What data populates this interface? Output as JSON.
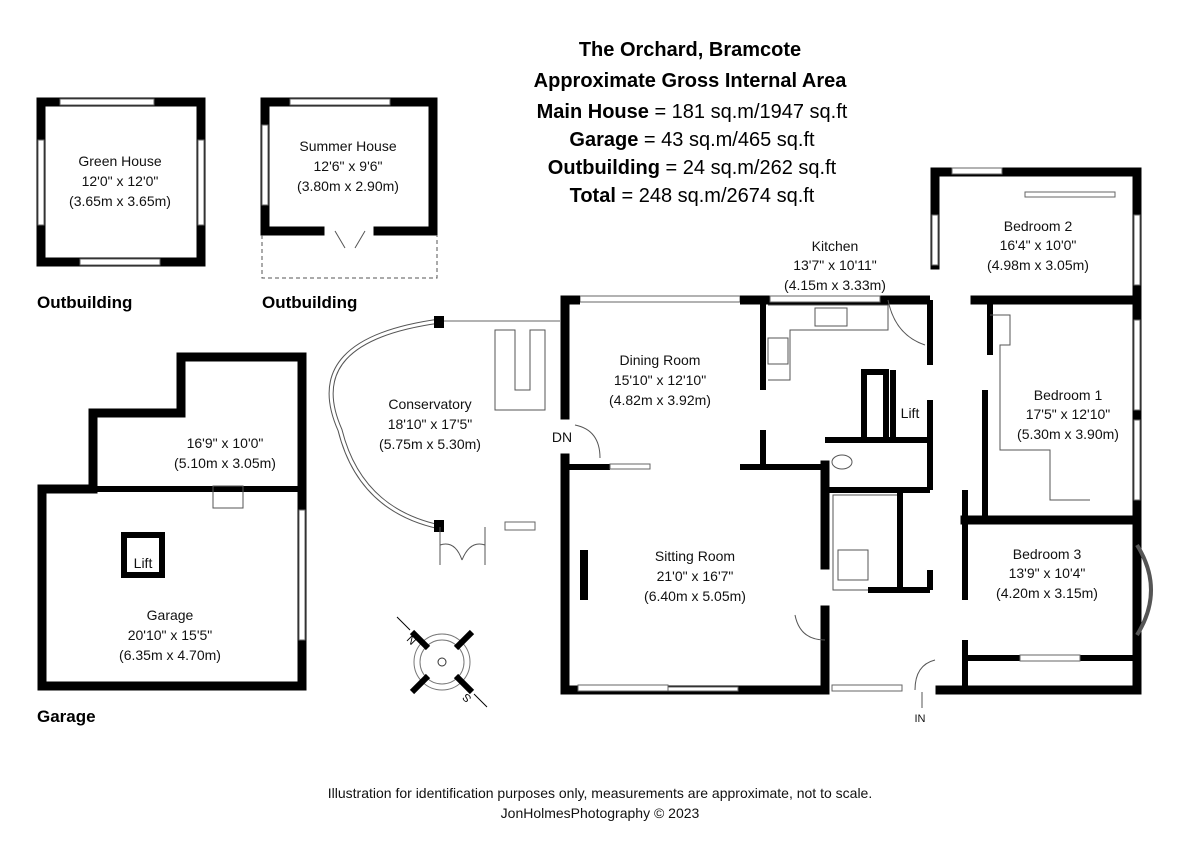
{
  "header": {
    "title": "The Orchard, Bramcote",
    "subtitle": "Approximate Gross Internal Area",
    "areas": [
      {
        "label": "Main House",
        "value": " = 181 sq.m/1947 sq.ft"
      },
      {
        "label": "Garage",
        "value": " = 43 sq.m/465 sq.ft"
      },
      {
        "label": "Outbuilding",
        "value": " = 24 sq.m/262 sq.ft"
      },
      {
        "label": "Total",
        "value": " = 248 sq.m/2674 sq.ft"
      }
    ]
  },
  "outbuildings": {
    "green_house": {
      "name": "Green House",
      "imperial": "12'0\" x 12'0\"",
      "metric": "(3.65m x 3.65m)",
      "section": "Outbuilding"
    },
    "summer_house": {
      "name": "Summer House",
      "imperial": "12'6\" x 9'6\"",
      "metric": "(3.80m x 2.90m)",
      "section": "Outbuilding"
    }
  },
  "garage": {
    "section": "Garage",
    "store": {
      "imperial": "16'9\" x 10'0\"",
      "metric": "(5.10m x 3.05m)"
    },
    "lift": "Lift",
    "main": {
      "name": "Garage",
      "imperial": "20'10\" x 15'5\"",
      "metric": "(6.35m x 4.70m)"
    }
  },
  "rooms": {
    "conservatory": {
      "name": "Conservatory",
      "imperial": "18'10\" x 17'5\"",
      "metric": "(5.75m x 5.30m)"
    },
    "dining": {
      "name": "Dining Room",
      "imperial": "15'10\" x 12'10\"",
      "metric": "(4.82m x 3.92m)"
    },
    "kitchen": {
      "name": "Kitchen",
      "imperial": "13'7\" x 10'11\"",
      "metric": "(4.15m x 3.33m)"
    },
    "sitting": {
      "name": "Sitting Room",
      "imperial": "21'0\" x 16'7\"",
      "metric": "(6.40m x 5.05m)"
    },
    "bedroom1": {
      "name": "Bedroom 1",
      "imperial": "17'5\" x 12'10\"",
      "metric": "(5.30m x 3.90m)"
    },
    "bedroom2": {
      "name": "Bedroom 2",
      "imperial": "16'4\" x 10'0\"",
      "metric": "(4.98m x 3.05m)"
    },
    "bedroom3": {
      "name": "Bedroom 3",
      "imperial": "13'9\" x 10'4\"",
      "metric": "(4.20m x 3.15m)"
    },
    "lift": "Lift",
    "stairs_down": "DN",
    "entrance": "IN"
  },
  "compass": {
    "north": "N",
    "south": "S"
  },
  "footer": {
    "disclaimer": "Illustration for identification purposes only, measurements are approximate, not to scale.",
    "credit": "JonHolmesPhotography © 2023"
  }
}
